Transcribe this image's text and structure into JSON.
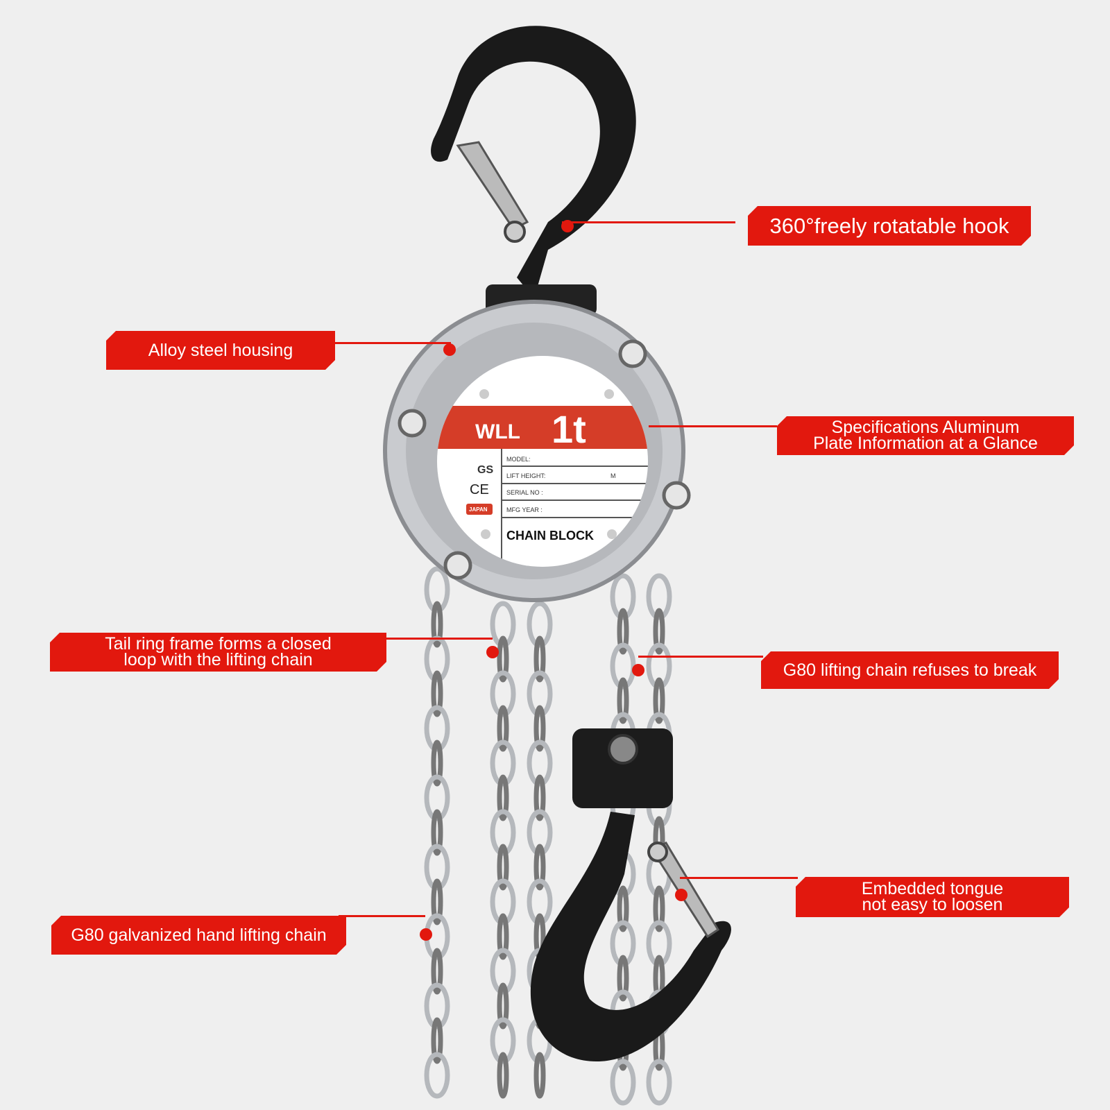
{
  "callouts": {
    "hook": "360°freely rotatable hook",
    "housing": "Alloy steel housing",
    "plate": [
      "Specifications Aluminum",
      "Plate Information at a Glance"
    ],
    "tail_ring": [
      "Tail ring frame forms a closed",
      "loop with the lifting chain"
    ],
    "lifting_chain": "G80 lifting chain refuses to break",
    "tongue": [
      "Embedded tongue",
      "not easy to loosen"
    ],
    "hand_chain": "G80 galvanized hand lifting chain"
  },
  "plate": {
    "wll_label": "WLL",
    "capacity": "1t",
    "fields": [
      "MODEL:",
      "LIFT HEIGHT:",
      "SERIAL NO :",
      "MFG YEAR :"
    ],
    "lift_height_unit": "M",
    "product_name": "CHAIN BLOCK",
    "marks": [
      "GS",
      "CE",
      "JAPAN"
    ]
  },
  "colors": {
    "accent": "#e2180e",
    "plate_red": "#d53d28",
    "hook": "#1a1a1a",
    "housing": "#c9cbcf"
  }
}
